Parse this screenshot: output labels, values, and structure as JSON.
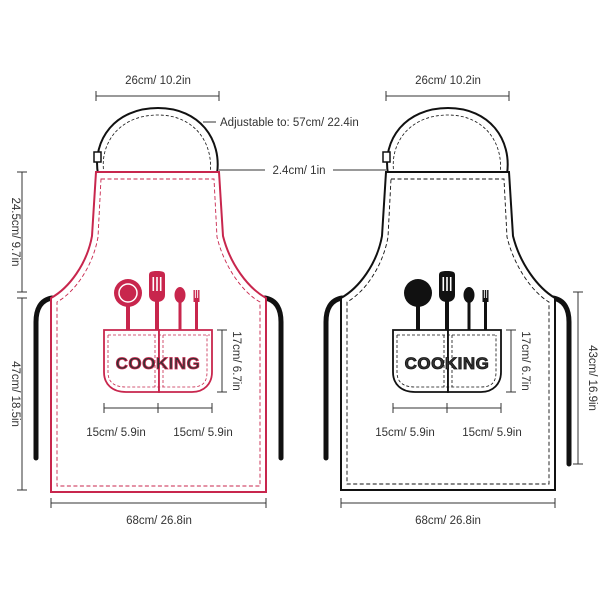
{
  "colors": {
    "pink_trim": "#c8264d",
    "black_trim": "#111111",
    "dimension_line": "#333333",
    "background": "#ffffff"
  },
  "icons": [
    "frying-pan-icon",
    "spatula-icon",
    "spoon-icon",
    "fork-icon"
  ],
  "aprons": [
    {
      "color": "pink",
      "neck_width": "26cm/ 10.2in",
      "bib_height": "24.5cm/ 9.7in",
      "skirt_height": "47cm/ 18.5in",
      "pocket_height": "17cm/ 6.7in",
      "pocket_left_width": "15cm/ 5.9in",
      "pocket_right_width": "15cm/ 5.9in",
      "bottom_width": "68cm/ 26.8in",
      "pocket_text": "COOKING"
    },
    {
      "color": "black",
      "neck_width": "26cm/ 10.2in",
      "strap_length": "43cm/ 16.9in",
      "pocket_height": "17cm/ 6.7in",
      "pocket_left_width": "15cm/ 5.9in",
      "pocket_right_width": "15cm/ 5.9in",
      "bottom_width": "68cm/ 26.8in",
      "pocket_text": "COOKING"
    }
  ],
  "shared": {
    "adjustable_label": "Adjustable to:  57cm/ 22.4in",
    "strap_width": "2.4cm/ 1in"
  }
}
